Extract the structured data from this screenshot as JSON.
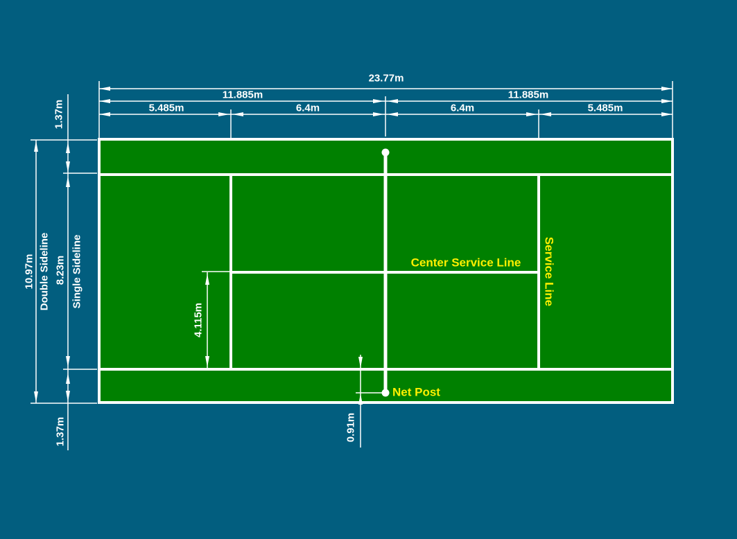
{
  "diagram": {
    "subject": "Tennis court dimensions",
    "colors": {
      "background": "#025E7F",
      "court_green": "#008000",
      "line_white": "#FFFFFF",
      "label_yellow": "#FFF000"
    },
    "horizontal_dimensions": {
      "total_length": "23.77m",
      "half_court_left": "11.885m",
      "half_court_right": "11.885m",
      "baseline_to_service_left": "5.485m",
      "service_to_net_left": "6.4m",
      "service_to_net_right": "6.4m",
      "baseline_to_service_right": "5.485m"
    },
    "vertical_dimensions": {
      "alley_top": "1.37m",
      "doubles_width": "10.97m",
      "doubles_width_label": "Double Sideline",
      "singles_width": "8.23m",
      "singles_width_label": "Single Sideline",
      "alley_bottom": "1.37m",
      "half_singles_width": "4.115m",
      "net_post_offset": "0.91m"
    },
    "feature_labels": {
      "center_service_line": "Center Service Line",
      "service_line": "Service Line",
      "net_post": "Net Post"
    }
  }
}
